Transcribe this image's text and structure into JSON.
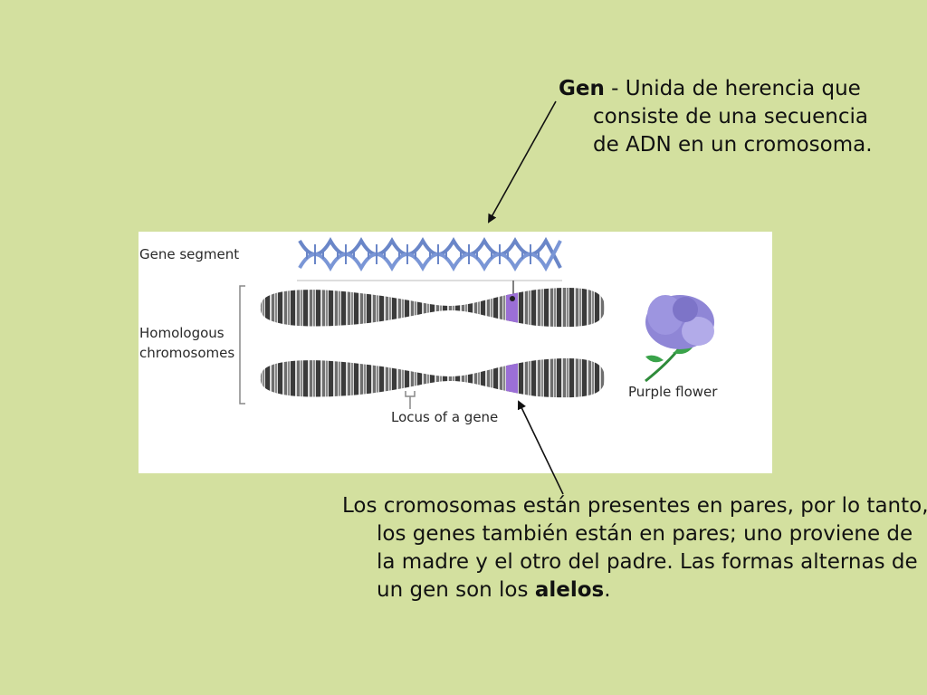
{
  "definition": {
    "term": "Gen",
    "rest": " - Unida de herencia que consiste de una secuencia de ADN en un cromosoma."
  },
  "explanation": {
    "text": "Los cromosomas están presentes en pares, por lo tanto, los genes también están en pares; uno proviene de la madre y el otro del padre.  Las formas alternas de un gen son los ",
    "bold_term": "alelos",
    "end": "."
  },
  "figure": {
    "gene_segment_label": "Gene segment",
    "homologous_label": "Homologous chromosomes",
    "locus_label": "Locus of a gene",
    "flower_label": "Purple flower"
  },
  "colors": {
    "background": "#d3e09f",
    "gene_band": "#9b6fd6",
    "dna": "#6a86c8",
    "flower": "#8f86d6"
  }
}
